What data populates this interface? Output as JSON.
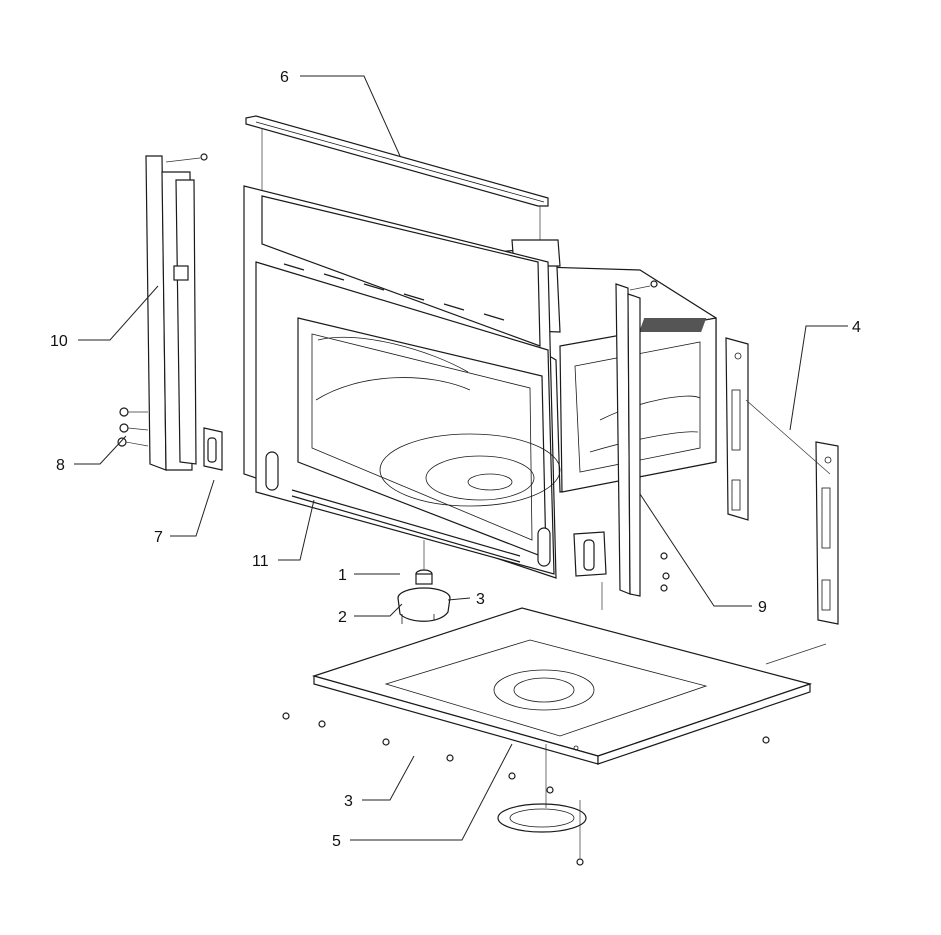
{
  "diagram": {
    "callouts": [
      {
        "id": "c1",
        "label": "1"
      },
      {
        "id": "c2",
        "label": "2"
      },
      {
        "id": "c3a",
        "label": "3"
      },
      {
        "id": "c3b",
        "label": "3"
      },
      {
        "id": "c4",
        "label": "4"
      },
      {
        "id": "c5",
        "label": "5"
      },
      {
        "id": "c6",
        "label": "6"
      },
      {
        "id": "c7",
        "label": "7"
      },
      {
        "id": "c8",
        "label": "8"
      },
      {
        "id": "c9",
        "label": "9"
      },
      {
        "id": "c10",
        "label": "10"
      },
      {
        "id": "c11",
        "label": "11"
      }
    ],
    "colors": {
      "line": "#1a1a1a",
      "background": "#ffffff"
    }
  }
}
